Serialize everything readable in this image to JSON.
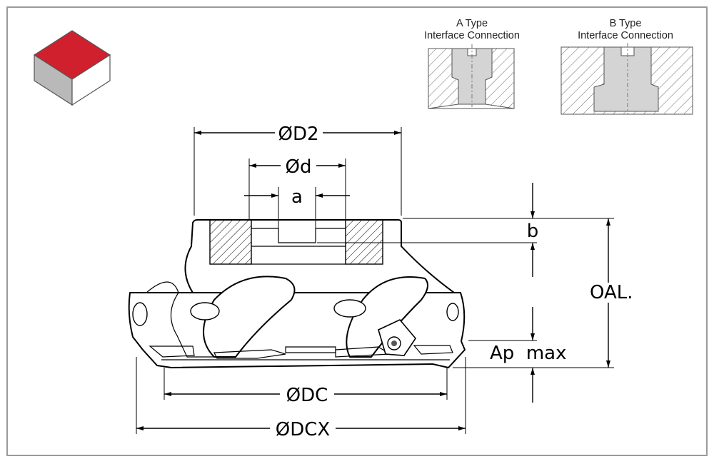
{
  "logo": {
    "name": "tool-category-cube-icon",
    "colors": {
      "top": "#d0202e",
      "left": "#b9b9b9",
      "right": "#ffffff"
    }
  },
  "interfaces": [
    {
      "id": "a-type",
      "line1": "A Type",
      "line2": "Interface Connection"
    },
    {
      "id": "b-type",
      "line1": "B Type",
      "line2": "Interface Connection"
    }
  ],
  "dimensions": {
    "d2": "ØD2",
    "d": "Ød",
    "a": "a",
    "b": "b",
    "oal": "OAL.",
    "ap_max": "Ap  max",
    "dc": "ØDC",
    "dcx": "ØDCX"
  },
  "colors": {
    "frame": "#9a9a9a",
    "line": "#000000",
    "body_shade": "#d4d4d4"
  }
}
